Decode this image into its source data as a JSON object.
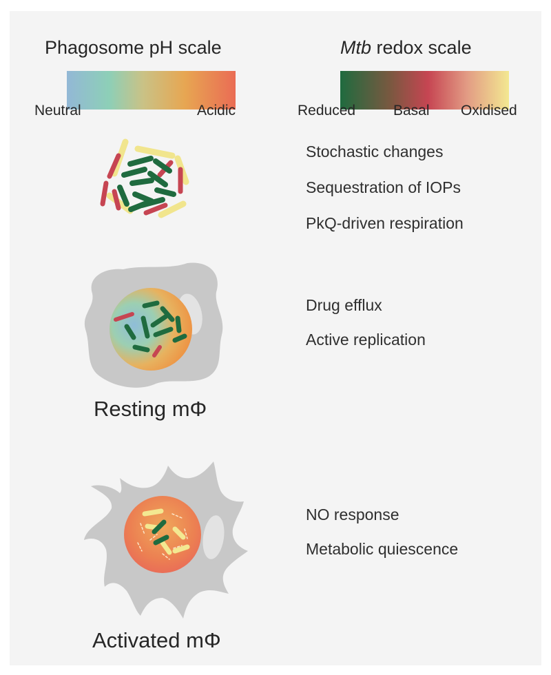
{
  "scales": {
    "ph": {
      "title": "Phagosome pH scale",
      "left_label": "Neutral",
      "right_label": "Acidic",
      "colors": [
        "#93b8d6",
        "#8dcfb7",
        "#e7a652",
        "#ea6c54"
      ]
    },
    "redox": {
      "title_italic": "Mtb",
      "title_rest": " redox scale",
      "left_label": "Reduced",
      "mid_label": "Basal",
      "right_label": "Oxidised",
      "colors": [
        "#1f6b3f",
        "#c64552",
        "#f3e891"
      ]
    }
  },
  "panels": {
    "biofilm": {
      "notes": [
        "Stochastic changes",
        "Sequestration of IOPs",
        "PkQ-driven respiration"
      ]
    },
    "resting": {
      "label": "Resting mΦ",
      "notes": [
        "Drug efflux",
        "Active replication"
      ]
    },
    "activated": {
      "label": "Activated mΦ",
      "notes": [
        "NO response",
        "Metabolic quiescence"
      ]
    }
  },
  "colors": {
    "reduced_bacillus": "#1f6b3f",
    "basal_bacillus": "#c64552",
    "oxidised_bacillus": "#f3e891",
    "macrophage": "#c8c8c8",
    "background": "#f4f4f4"
  }
}
